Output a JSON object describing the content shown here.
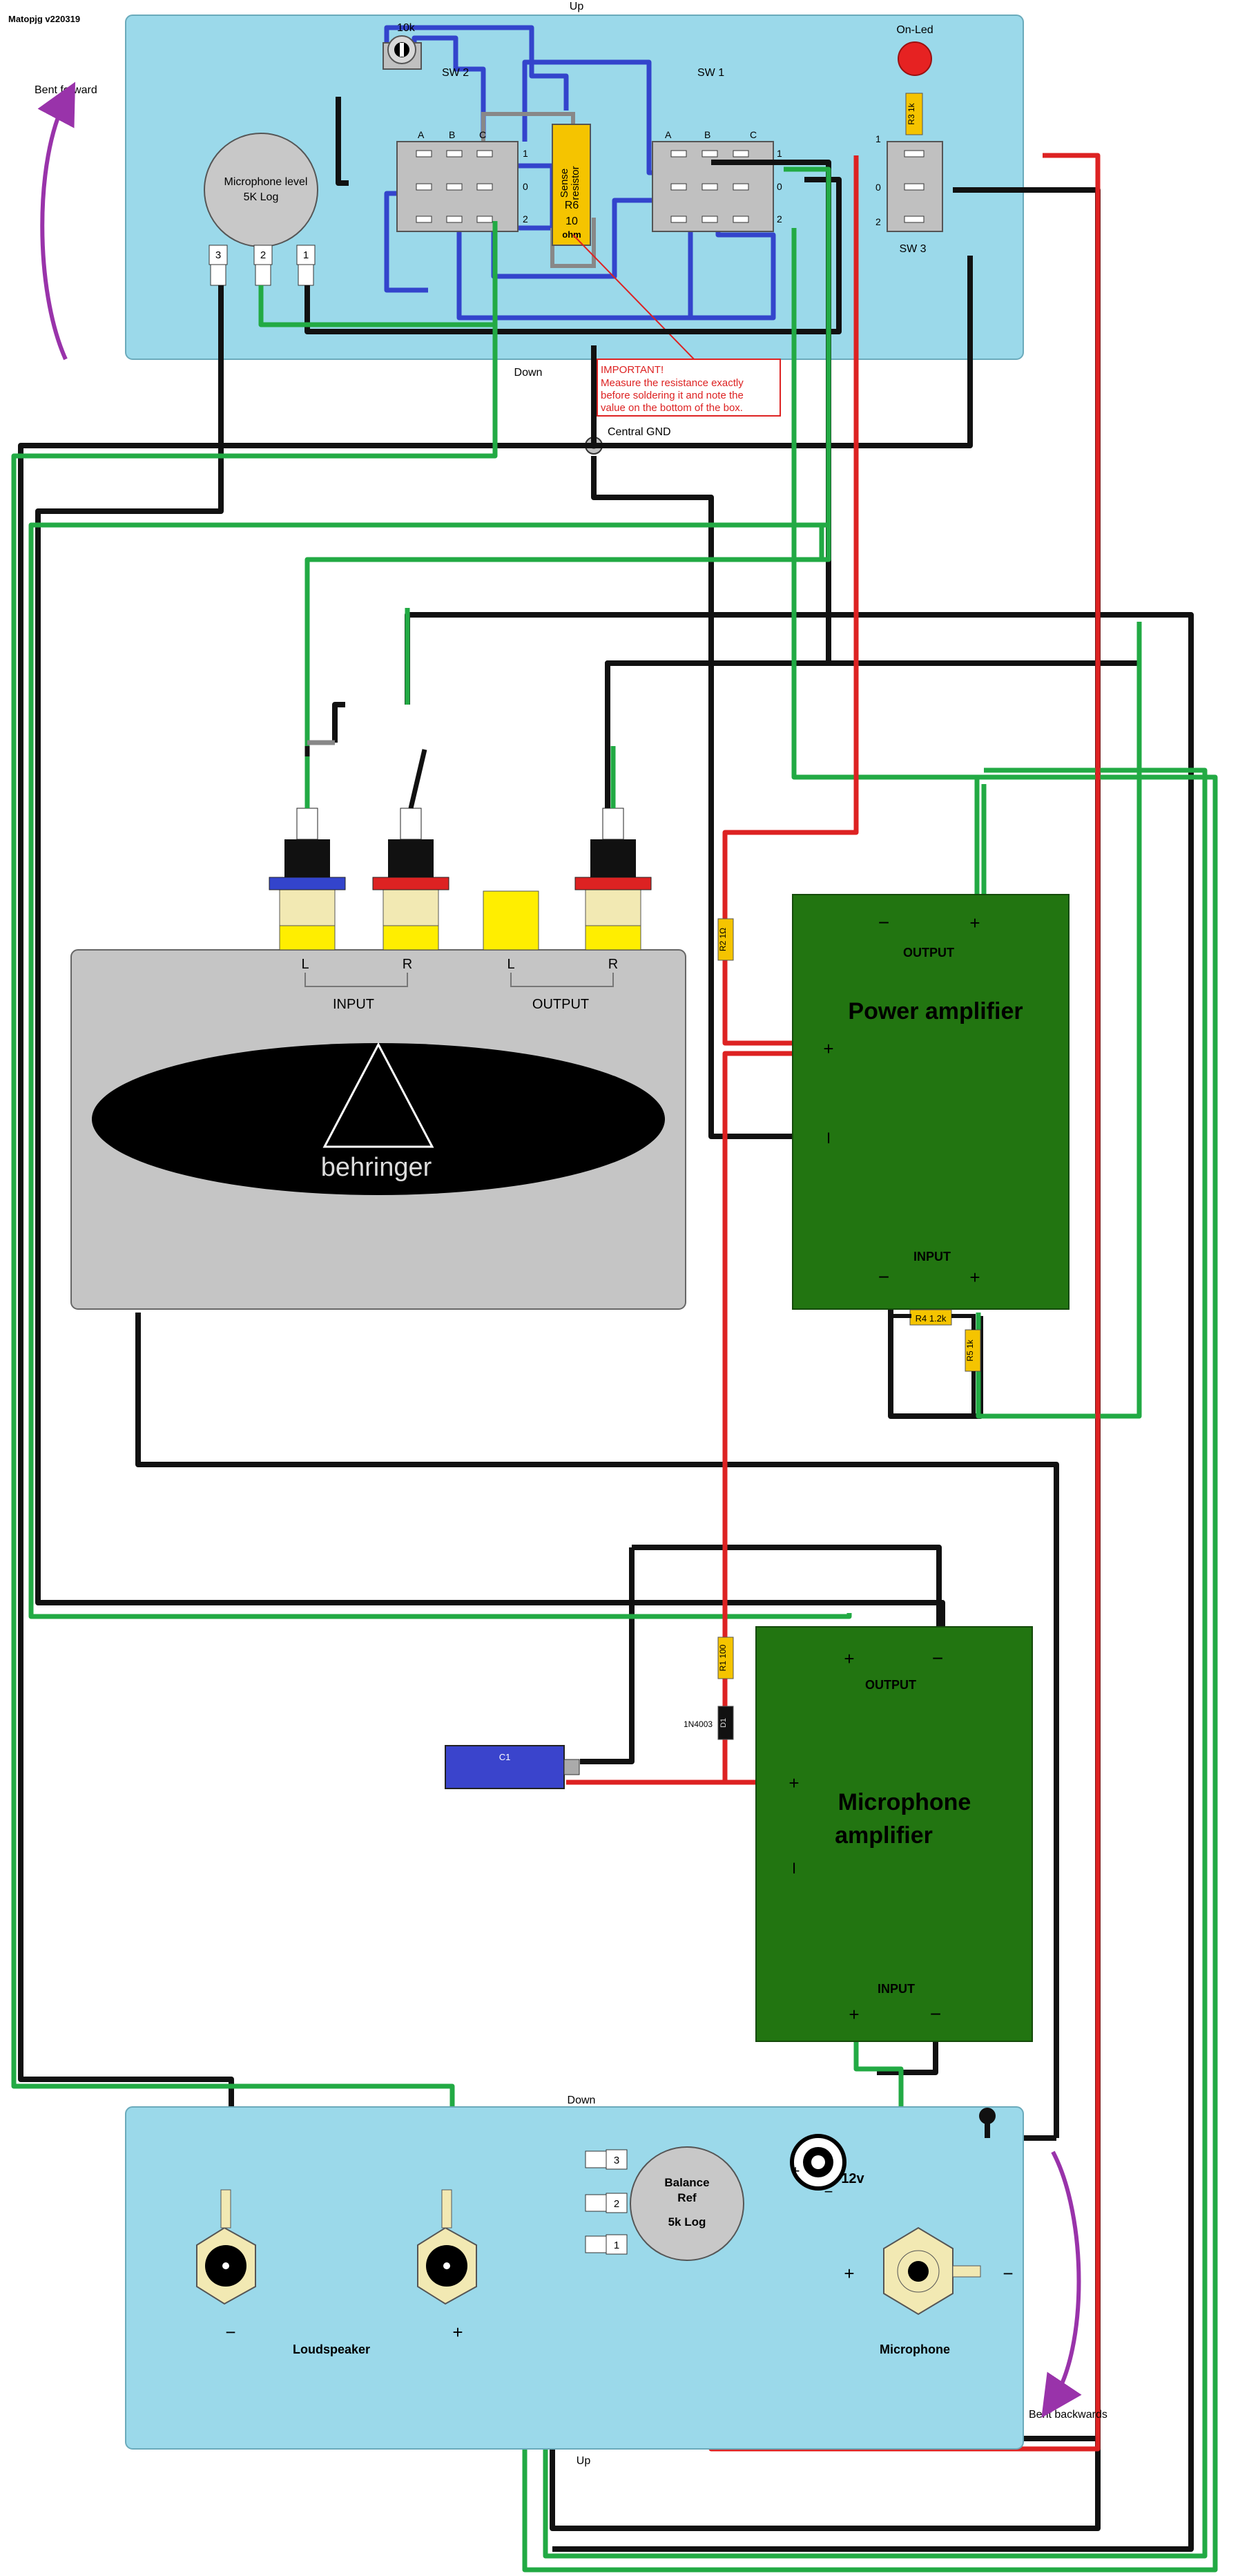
{
  "version": "Matopjg v220319",
  "top_panel": {
    "label_up": "Up",
    "label_down": "Down",
    "bent_note": "Bent forward"
  },
  "bottom_panel": {
    "label_up": "Up",
    "label_down": "Down",
    "bent_note": "Bent backwards"
  },
  "pot_mic": {
    "title": "Microphone level",
    "value": "5K Log",
    "pins": [
      "3",
      "2",
      "1"
    ]
  },
  "pot_small": {
    "label": "10k"
  },
  "sw2": {
    "label": "SW 2",
    "cols": [
      "A",
      "B",
      "C"
    ],
    "rows": [
      "1",
      "0",
      "2"
    ]
  },
  "sw1": {
    "label": "SW 1",
    "cols": [
      "A",
      "B",
      "C"
    ],
    "rows": [
      "1",
      "0",
      "2"
    ]
  },
  "sw3": {
    "label": "SW 3",
    "rows": [
      "1",
      "0",
      "2"
    ]
  },
  "led": {
    "label": "On-Led"
  },
  "sense_resistor": {
    "line1": "Sense",
    "line2": "resistor",
    "ref": "R6",
    "value": "10",
    "unit": "ohm"
  },
  "important_note": {
    "title": "IMPORTANT!",
    "line1": "Measure the resistance exactly",
    "line2": "before soldering it and note the",
    "line3": "value on the bottom of the box."
  },
  "central_gnd": "Central GND",
  "resistors": {
    "r3": "R3 1k",
    "r2": "R2 1Ω",
    "r4": "R4 1.2k",
    "r5": "R5 1k",
    "r1": "R1 100"
  },
  "behringer": {
    "logo": "behringer",
    "input_label": "INPUT",
    "output_label": "OUTPUT",
    "channels": [
      "L",
      "R",
      "L",
      "R"
    ]
  },
  "power_amp": {
    "title": "Power amplifier",
    "output": "OUTPUT",
    "input": "INPUT",
    "minus": "−",
    "plus": "+",
    "in_plus": "+",
    "in_gnd": "I"
  },
  "mic_amp": {
    "title_line1": "Microphone",
    "title_line2": "amplifier",
    "output": "OUTPUT",
    "input": "INPUT",
    "plus": "+",
    "minus": "−",
    "in_plus": "+",
    "in_gnd": "I"
  },
  "capacitor": "C1",
  "diode": {
    "ref": "D1",
    "part": "1N4003"
  },
  "balance_pot": {
    "line1": "Balance",
    "line2": "Ref",
    "line3": "5k Log",
    "pins": [
      "3",
      "2",
      "1"
    ]
  },
  "power_jack": {
    "label": "12v",
    "plus": "+",
    "minus": "−"
  },
  "loudspeaker": {
    "label": "Loudspeaker",
    "minus": "−",
    "plus": "+"
  },
  "microphone": {
    "label": "Microphone",
    "plus": "+",
    "minus": "−"
  },
  "colors": {
    "panel": "#9bd9ea",
    "board": "#227511",
    "wire_black": "#111111",
    "wire_green": "#22aa44",
    "wire_red": "#dd2222",
    "wire_blue": "#3344cc",
    "wire_gray": "#888888",
    "resistor": "#f5c400",
    "arrow": "#9933aa"
  }
}
